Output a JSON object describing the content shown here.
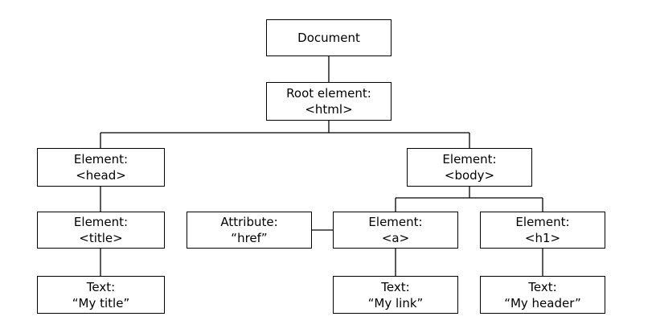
{
  "nodes": {
    "document": {
      "lines": [
        "Document"
      ]
    },
    "root": {
      "lines": [
        "Root element:",
        "<html>"
      ]
    },
    "head": {
      "lines": [
        "Element:",
        "<head>"
      ]
    },
    "body": {
      "lines": [
        "Element:",
        "<body>"
      ]
    },
    "title": {
      "lines": [
        "Element:",
        "<title>"
      ]
    },
    "attribute": {
      "lines": [
        "Attribute:",
        "“href”"
      ]
    },
    "a": {
      "lines": [
        "Element:",
        "<a>"
      ]
    },
    "h1": {
      "lines": [
        "Element:",
        "<h1>"
      ]
    },
    "text_title": {
      "lines": [
        "Text:",
        "“My title”"
      ]
    },
    "text_link": {
      "lines": [
        "Text:",
        "“My link”"
      ]
    },
    "text_header": {
      "lines": [
        "Text:",
        "“My header”"
      ]
    }
  },
  "edges": [
    {
      "from": "document",
      "to": "root"
    },
    {
      "from": "root",
      "to": "head"
    },
    {
      "from": "root",
      "to": "body"
    },
    {
      "from": "head",
      "to": "title"
    },
    {
      "from": "body",
      "to": "a"
    },
    {
      "from": "body",
      "to": "h1"
    },
    {
      "from": "a",
      "to": "attribute"
    },
    {
      "from": "title",
      "to": "text_title"
    },
    {
      "from": "a",
      "to": "text_link"
    },
    {
      "from": "h1",
      "to": "text_header"
    }
  ],
  "colors": {
    "border": "#000000",
    "background": "#ffffff",
    "text": "#000000"
  }
}
